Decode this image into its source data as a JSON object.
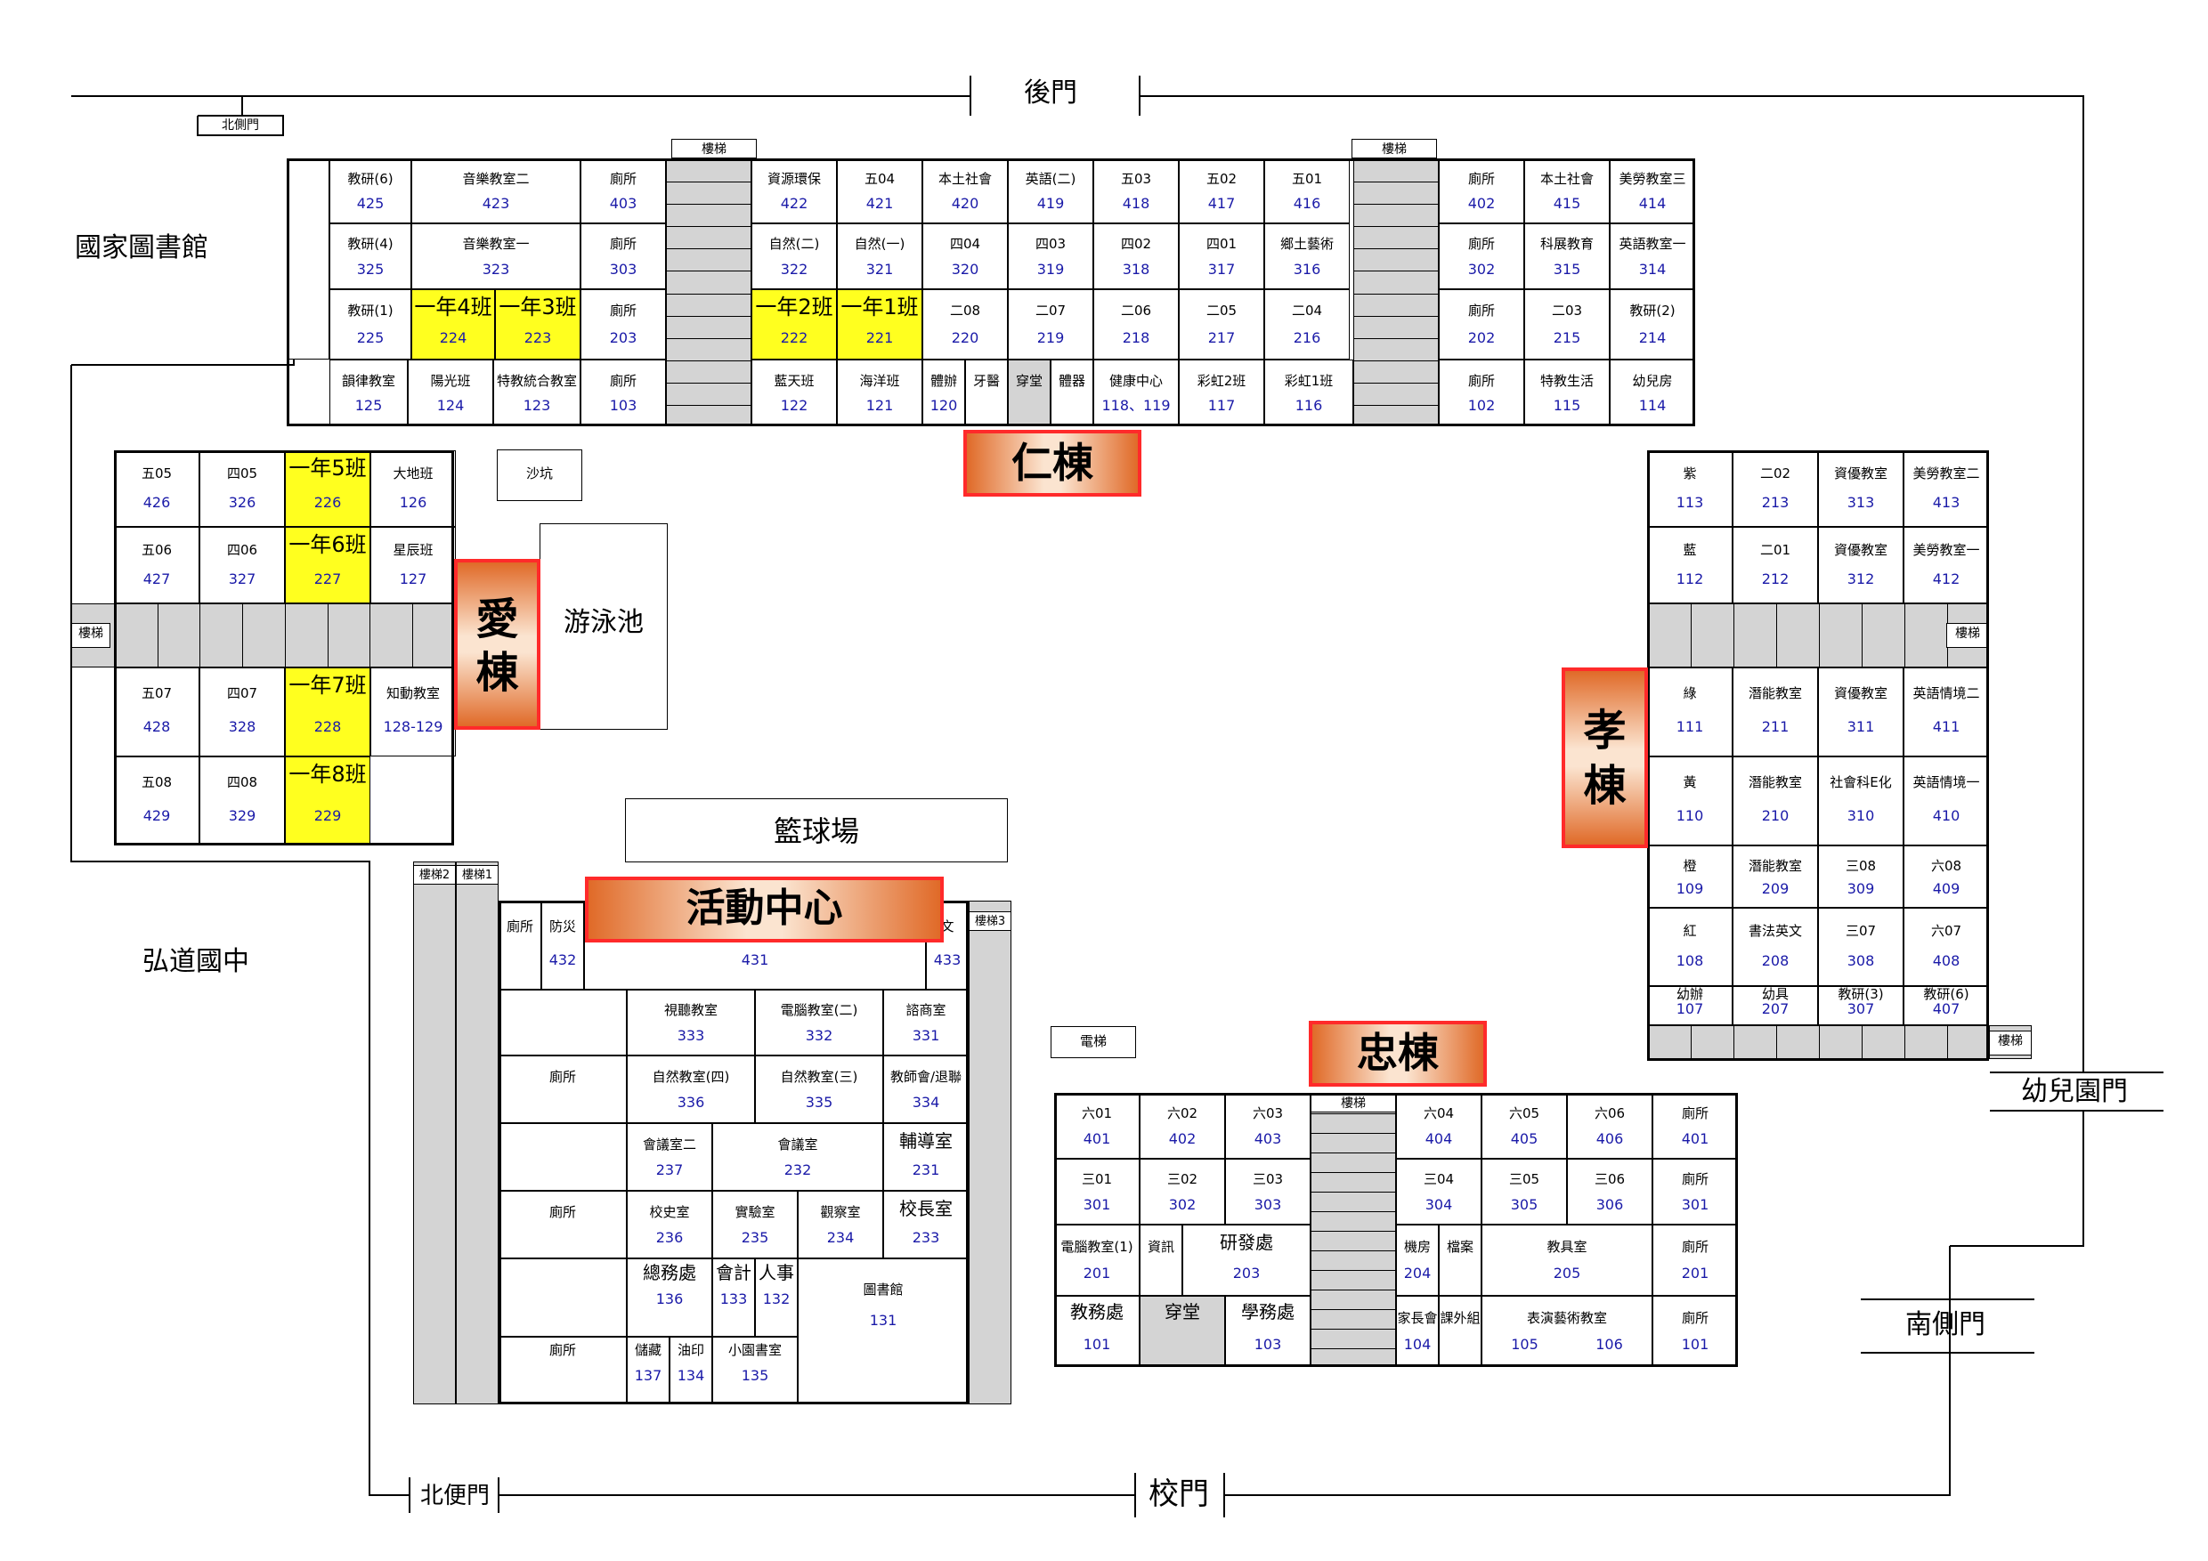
{
  "labels": {
    "back_gate": "後門",
    "north_side_gate": "北側門",
    "national_library": "國家圖書館",
    "hongdao_junior_high": "弘道國中",
    "sandpit": "沙坑",
    "pool": "游泳池",
    "basketball_court": "籃球場",
    "elevator": "電梯",
    "kindergarten_gate": "幼兒園門",
    "south_side_gate": "南側門",
    "north_convenience_gate": "北便門",
    "school_gate": "校門",
    "stairs": "樓梯",
    "stairs1": "樓梯1",
    "stairs2": "樓梯2",
    "stairs3": "樓梯3"
  },
  "buildings": {
    "ren": "仁棟",
    "ai": "愛棟",
    "xiao": "孝棟",
    "zhong": "忠棟",
    "activity_center": "活動中心"
  },
  "ren_building": {
    "left_rows": [
      [
        {
          "n": "教研(6)",
          "r": "425"
        },
        {
          "n": "音樂教室二",
          "r": "423"
        },
        {
          "n": "廁所",
          "r": "403"
        }
      ],
      [
        {
          "n": "教研(4)",
          "r": "325"
        },
        {
          "n": "音樂教室一",
          "r": "323"
        },
        {
          "n": "廁所",
          "r": "303"
        }
      ],
      [
        {
          "n": "教研(1)",
          "r": "225"
        },
        {
          "n": "一年4班",
          "r": "224"
        },
        {
          "n": "一年3班",
          "r": "223"
        },
        {
          "n": "廁所",
          "r": "203"
        }
      ],
      [
        {
          "n": "韻律教室",
          "r": "125"
        },
        {
          "n": "陽光班",
          "r": "124"
        },
        {
          "n": "特教統合教室",
          "r": "123"
        },
        {
          "n": "廁所",
          "r": "103"
        }
      ]
    ],
    "mid_rows": [
      [
        {
          "n": "資源環保",
          "r": "422"
        },
        {
          "n": "五04",
          "r": "421"
        },
        {
          "n": "本土社會",
          "r": "420"
        },
        {
          "n": "英語(二)",
          "r": "419"
        },
        {
          "n": "五03",
          "r": "418"
        },
        {
          "n": "五02",
          "r": "417"
        },
        {
          "n": "五01",
          "r": "416"
        }
      ],
      [
        {
          "n": "自然(二)",
          "r": "322"
        },
        {
          "n": "自然(一)",
          "r": "321"
        },
        {
          "n": "四04",
          "r": "320"
        },
        {
          "n": "四03",
          "r": "319"
        },
        {
          "n": "四02",
          "r": "318"
        },
        {
          "n": "四01",
          "r": "317"
        },
        {
          "n": "鄉土藝術",
          "r": "316"
        }
      ],
      [
        {
          "n": "一年2班",
          "r": "222"
        },
        {
          "n": "一年1班",
          "r": "221"
        },
        {
          "n": "二08",
          "r": "220"
        },
        {
          "n": "二07",
          "r": "219"
        },
        {
          "n": "二06",
          "r": "218"
        },
        {
          "n": "二05",
          "r": "217"
        },
        {
          "n": "二04",
          "r": "216"
        }
      ],
      [
        {
          "n": "藍天班",
          "r": "122"
        },
        {
          "n": "海洋班",
          "r": "121"
        },
        {
          "n": "體辦",
          "r": "120"
        },
        {
          "n": "牙醫",
          "r": ""
        },
        {
          "n": "穿堂",
          "r": ""
        },
        {
          "n": "體器",
          "r": ""
        },
        {
          "n": "健康中心",
          "r": "118、119"
        },
        {
          "n": "彩虹2班",
          "r": "117"
        },
        {
          "n": "彩虹1班",
          "r": "116"
        }
      ]
    ],
    "right_rows": [
      [
        {
          "n": "廁所",
          "r": "402"
        },
        {
          "n": "本土社會",
          "r": "415"
        },
        {
          "n": "美勞教室三",
          "r": "414"
        }
      ],
      [
        {
          "n": "廁所",
          "r": "302"
        },
        {
          "n": "科展教育",
          "r": "315"
        },
        {
          "n": "英語教室一",
          "r": "314"
        }
      ],
      [
        {
          "n": "廁所",
          "r": "202"
        },
        {
          "n": "二03",
          "r": "215"
        },
        {
          "n": "教研(2)",
          "r": "214"
        }
      ],
      [
        {
          "n": "廁所",
          "r": "102"
        },
        {
          "n": "特教生活",
          "r": "115"
        },
        {
          "n": "幼兒房",
          "r": "114"
        }
      ]
    ]
  },
  "ai_building": {
    "top_rows": [
      [
        {
          "n": "五05",
          "r": "426"
        },
        {
          "n": "四05",
          "r": "326"
        },
        {
          "n": "一年5班",
          "r": "226"
        },
        {
          "n": "大地班",
          "r": "126"
        }
      ],
      [
        {
          "n": "五06",
          "r": "427"
        },
        {
          "n": "四06",
          "r": "327"
        },
        {
          "n": "一年6班",
          "r": "227"
        },
        {
          "n": "星辰班",
          "r": "127"
        }
      ]
    ],
    "bottom_rows": [
      [
        {
          "n": "五07",
          "r": "428"
        },
        {
          "n": "四07",
          "r": "328"
        },
        {
          "n": "一年7班",
          "r": "228"
        },
        {
          "n": "知動教室",
          "r": "128-129"
        }
      ],
      [
        {
          "n": "五08",
          "r": "429"
        },
        {
          "n": "四08",
          "r": "329"
        },
        {
          "n": "一年8班",
          "r": "229"
        }
      ]
    ]
  },
  "xiao_building": {
    "top_rows": [
      [
        {
          "n": "紫",
          "r": "113"
        },
        {
          "n": "二02",
          "r": "213"
        },
        {
          "n": "資優教室",
          "r": "313"
        },
        {
          "n": "美勞教室二",
          "r": "413"
        }
      ],
      [
        {
          "n": "藍",
          "r": "112"
        },
        {
          "n": "二01",
          "r": "212"
        },
        {
          "n": "資優教室",
          "r": "312"
        },
        {
          "n": "美勞教室一",
          "r": "412"
        }
      ]
    ],
    "bottom_rows": [
      [
        {
          "n": "綠",
          "r": "111"
        },
        {
          "n": "潛能教室",
          "r": "211"
        },
        {
          "n": "資優教室",
          "r": "311"
        },
        {
          "n": "英語情境二",
          "r": "411"
        }
      ],
      [
        {
          "n": "黃",
          "r": "110"
        },
        {
          "n": "潛能教室",
          "r": "210"
        },
        {
          "n": "社會科E化",
          "r": "310"
        },
        {
          "n": "英語情境一",
          "r": "410"
        }
      ],
      [
        {
          "n": "橙",
          "r": "109"
        },
        {
          "n": "潛能教室",
          "r": "209"
        },
        {
          "n": "三08",
          "r": "309"
        },
        {
          "n": "六08",
          "r": "409"
        }
      ],
      [
        {
          "n": "紅",
          "r": "108"
        },
        {
          "n": "書法英文",
          "r": "208"
        },
        {
          "n": "三07",
          "r": "308"
        },
        {
          "n": "六07",
          "r": "408"
        }
      ],
      [
        {
          "n": "幼辦",
          "r": "107"
        },
        {
          "n": "幼具",
          "r": "207"
        },
        {
          "n": "教研(3)",
          "r": "307"
        },
        {
          "n": "教研(6)",
          "r": "407"
        }
      ]
    ]
  },
  "activity_center_rooms": {
    "row4": [
      {
        "n": "廁所",
        "r": ""
      },
      {
        "n": "防災",
        "r": "432"
      },
      {
        "n": "",
        "r": "431"
      },
      {
        "n": "文",
        "r": "433"
      }
    ],
    "row3a": [
      {
        "n": "視聽教室",
        "r": "333"
      },
      {
        "n": "電腦教室(二)",
        "r": "332"
      },
      {
        "n": "諮商室",
        "r": "331"
      }
    ],
    "row3b": [
      {
        "n": "廁所",
        "r": ""
      },
      {
        "n": "自然教室(四)",
        "r": "336"
      },
      {
        "n": "自然教室(三)",
        "r": "335"
      },
      {
        "n": "教師會/退聯",
        "r": "334"
      }
    ],
    "row2a": [
      {
        "n": "會議室二",
        "r": "237"
      },
      {
        "n": "會議室",
        "r": "232"
      },
      {
        "n": "輔導室",
        "r": "231"
      }
    ],
    "row2b": [
      {
        "n": "廁所",
        "r": ""
      },
      {
        "n": "校史室",
        "r": "236"
      },
      {
        "n": "實驗室",
        "r": "235"
      },
      {
        "n": "觀察室",
        "r": "234"
      },
      {
        "n": "校長室",
        "r": "233"
      }
    ],
    "row1a": [
      {
        "n": "總務處",
        "r": "136"
      },
      {
        "n": "會計",
        "r": "133"
      },
      {
        "n": "人事",
        "r": "132"
      },
      {
        "n": "圖書館",
        "r": "131"
      }
    ],
    "row1b": [
      {
        "n": "廁所",
        "r": ""
      },
      {
        "n": "儲藏",
        "r": "137"
      },
      {
        "n": "油印",
        "r": "134"
      },
      {
        "n": "小園書室",
        "r": "135"
      }
    ]
  },
  "zhong_building": {
    "row4": [
      {
        "n": "六01",
        "r": "401"
      },
      {
        "n": "六02",
        "r": "402"
      },
      {
        "n": "六03",
        "r": "403"
      },
      {
        "n": "六04",
        "r": "404"
      },
      {
        "n": "六05",
        "r": "405"
      },
      {
        "n": "六06",
        "r": "406"
      },
      {
        "n": "廁所",
        "r": "401"
      }
    ],
    "row3": [
      {
        "n": "三01",
        "r": "301"
      },
      {
        "n": "三02",
        "r": "302"
      },
      {
        "n": "三03",
        "r": "303"
      },
      {
        "n": "三04",
        "r": "304"
      },
      {
        "n": "三05",
        "r": "305"
      },
      {
        "n": "三06",
        "r": "306"
      },
      {
        "n": "廁所",
        "r": "301"
      }
    ],
    "row2": [
      {
        "n": "電腦教室(1)",
        "r": "201"
      },
      {
        "n": "資訊",
        "r": ""
      },
      {
        "n": "研發處",
        "r": "203"
      },
      {
        "n": "機房",
        "r": "204"
      },
      {
        "n": "檔案",
        "r": ""
      },
      {
        "n": "教具室",
        "r": "205"
      },
      {
        "n": "廁所",
        "r": "201"
      }
    ],
    "row1": [
      {
        "n": "教務處",
        "r": "101"
      },
      {
        "n": "穿堂",
        "r": ""
      },
      {
        "n": "學務處",
        "r": "103"
      },
      {
        "n": "家長會",
        "r": "104"
      },
      {
        "n": "課外組",
        "r": ""
      },
      {
        "n": "表演藝術教室",
        "r": "105"
      },
      {
        "n": "",
        "r": "106"
      },
      {
        "n": "廁所",
        "r": "101"
      }
    ]
  },
  "highlight_color": "#ffff1f",
  "stair_color": "#d4d4d4",
  "building_label_border": "#ff2a2a"
}
